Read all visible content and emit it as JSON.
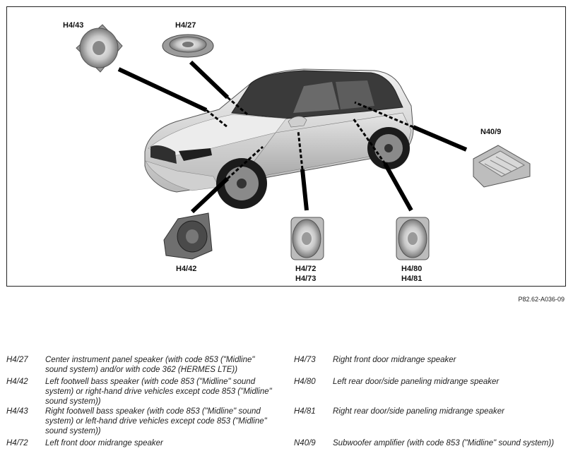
{
  "figure": {
    "reference_code": "P82.62-A036-09",
    "callouts": {
      "h4_43": "H4/43",
      "h4_27": "H4/27",
      "n40_9": "N40/9",
      "h4_42": "H4/42",
      "h4_72": "H4/72",
      "h4_73": "H4/73",
      "h4_80": "H4/80",
      "h4_81": "H4/81"
    }
  },
  "legend": {
    "left": [
      {
        "code": "H4/27",
        "description": "Center instrument panel speaker (with code 853 (\"Midline\" sound system) and/or with code 362 (HERMES LTE))"
      },
      {
        "code": "H4/42",
        "description": "Left footwell bass speaker (with code 853 (\"Midline\" sound system) or right-hand drive vehicles except code 853 (\"Midline\" sound system))"
      },
      {
        "code": "H4/43",
        "description": "Right footwell bass speaker (with code 853 (\"Midline\" sound system) or left-hand drive vehicles except code 853 (\"Midline\" sound system))"
      },
      {
        "code": "H4/72",
        "description": "Left front door midrange speaker"
      }
    ],
    "right": [
      {
        "code": "H4/73",
        "description": "Right front door midrange speaker"
      },
      {
        "code": "H4/80",
        "description": "Left rear door/side paneling midrange speaker"
      },
      {
        "code": "H4/81",
        "description": "Right rear door/side paneling midrange speaker"
      },
      {
        "code": "N40/9",
        "description": "Subwoofer amplifier (with code 853 (\"Midline\" sound system))"
      }
    ]
  }
}
